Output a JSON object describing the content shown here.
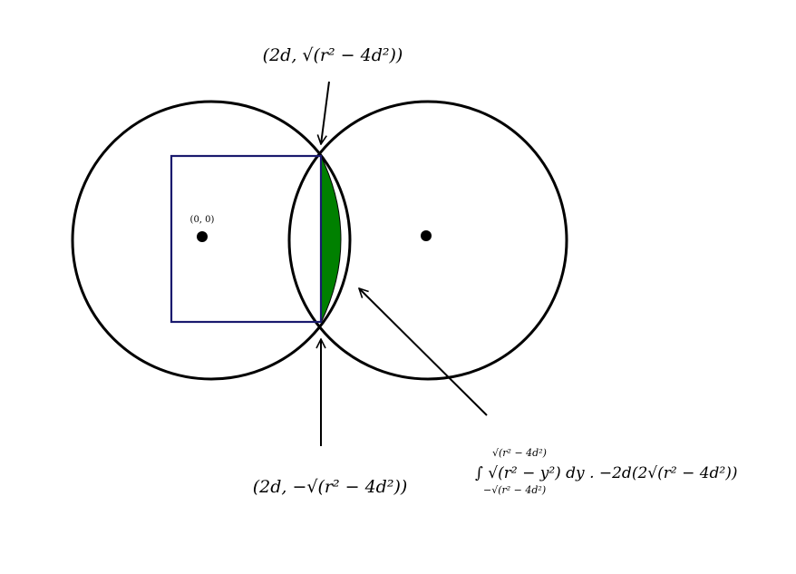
{
  "labels": {
    "center_point": "(0, 0)",
    "top_intersection": "(2d, √(r² − 4d²))",
    "bottom_intersection": "(2d, −√(r² − 4d²))",
    "area_formula_main": "∫ √(r² − y²) dy . −2d(2√(r² − 4d²))",
    "area_formula_upper_limit": "√(r² − 4d²)",
    "area_formula_lower_limit": "−√(r² − 4d²)"
  },
  "colors": {
    "circle_stroke": "#000000",
    "square_stroke": "#1a1a6e",
    "lens_fill": "#008000",
    "arrow_stroke": "#000000"
  }
}
